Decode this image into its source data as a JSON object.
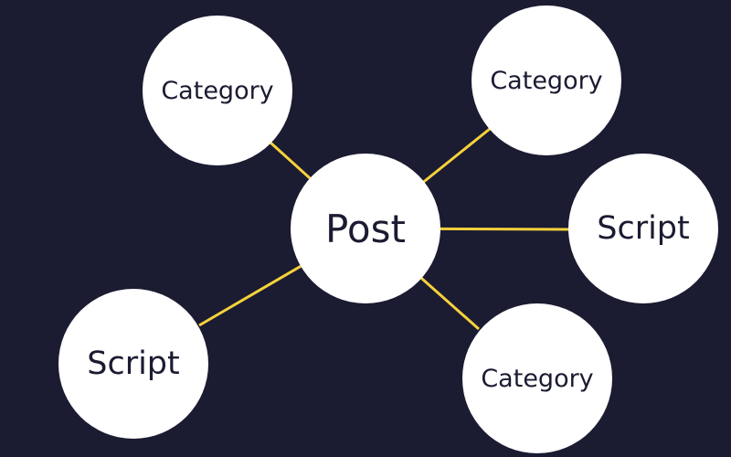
{
  "diagram": {
    "edge_color": "#f5d23a",
    "node_color": "#ffffff",
    "background": "#1b1b32",
    "center": {
      "label": "Post"
    },
    "nodes": [
      {
        "id": "tl",
        "label": "Category"
      },
      {
        "id": "tr",
        "label": "Category"
      },
      {
        "id": "r",
        "label": "Script"
      },
      {
        "id": "br",
        "label": "Category"
      },
      {
        "id": "bl",
        "label": "Script"
      }
    ]
  }
}
